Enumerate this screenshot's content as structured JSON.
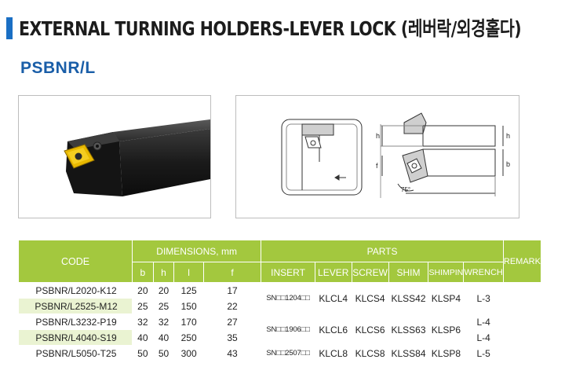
{
  "header": {
    "title": "EXTERNAL TURNING HOLDERS-LEVER LOCK (레버락/외경홀다)",
    "model": "PSBNR/L"
  },
  "diagram": {
    "labels": {
      "h": "h",
      "f": "f",
      "b": "b",
      "angle": "75°"
    }
  },
  "table": {
    "headers": {
      "code": "CODE",
      "dimensions": "DIMENSIONS, mm",
      "parts": "PARTS",
      "remark": "REMARK",
      "dim_cols": [
        "b",
        "h",
        "l",
        "f"
      ],
      "part_cols": [
        "INSERT",
        "LEVER",
        "SCREW",
        "SHIM",
        "SHIMPIN",
        "WRENCH"
      ]
    },
    "rows": [
      {
        "code": "PSBNR/L2020-K12",
        "b": "20",
        "h": "20",
        "l": "125",
        "f": "17"
      },
      {
        "code": "PSBNR/L2525-M12",
        "b": "25",
        "h": "25",
        "l": "150",
        "f": "22"
      },
      {
        "code": "PSBNR/L3232-P19",
        "b": "32",
        "h": "32",
        "l": "170",
        "f": "27"
      },
      {
        "code": "PSBNR/L4040-S19",
        "b": "40",
        "h": "40",
        "l": "250",
        "f": "35"
      },
      {
        "code": "PSBNR/L5050-T25",
        "b": "50",
        "h": "50",
        "l": "300",
        "f": "43"
      }
    ],
    "parts_groups": [
      {
        "insert": "SN□□1204□□",
        "lever": "KLCL4",
        "screw": "KLCS4",
        "shim": "KLSS42",
        "shimpin": "KLSP4",
        "wrench": "L-3"
      },
      {
        "insert": "SN□□1906□□",
        "lever": "KLCL6",
        "screw": "KLCS6",
        "shim": "KLSS63",
        "shimpin": "KLSP6",
        "wrench_a": "L-4",
        "wrench_b": "L-4"
      },
      {
        "insert": "SN□□2507□□",
        "lever": "KLCL8",
        "screw": "KLCS8",
        "shim": "KLSS84",
        "shimpin": "KLSP8",
        "wrench": "L-5"
      }
    ]
  },
  "colors": {
    "accent": "#1a6fc4",
    "header_green": "#a3c83e",
    "model_blue": "#1a5ea8"
  }
}
